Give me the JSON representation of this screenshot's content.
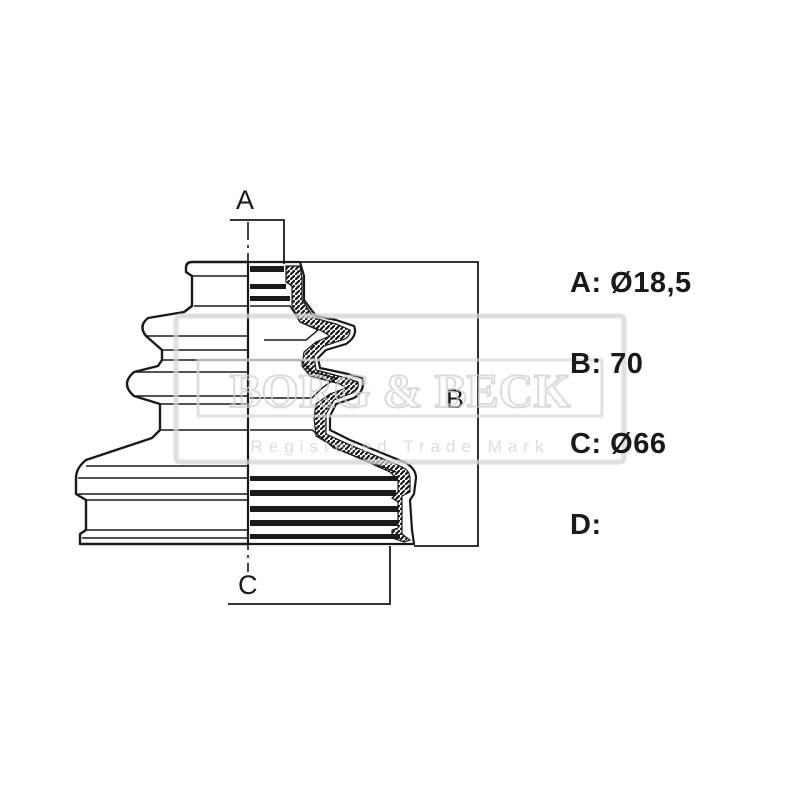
{
  "diagram": {
    "labels": {
      "a": "A",
      "b": "B",
      "c": "C"
    }
  },
  "specs": [
    {
      "label": "A:",
      "value": "Ø18,5"
    },
    {
      "label": "B:",
      "value": "70"
    },
    {
      "label": "C:",
      "value": "Ø66"
    },
    {
      "label": "D:",
      "value": ""
    }
  ],
  "watermark": {
    "brand": "BORG & BECK",
    "tagline": "Registered Trade Mark"
  },
  "colors": {
    "line": "#1a1a1a",
    "watermark": "#d6d6d6"
  }
}
